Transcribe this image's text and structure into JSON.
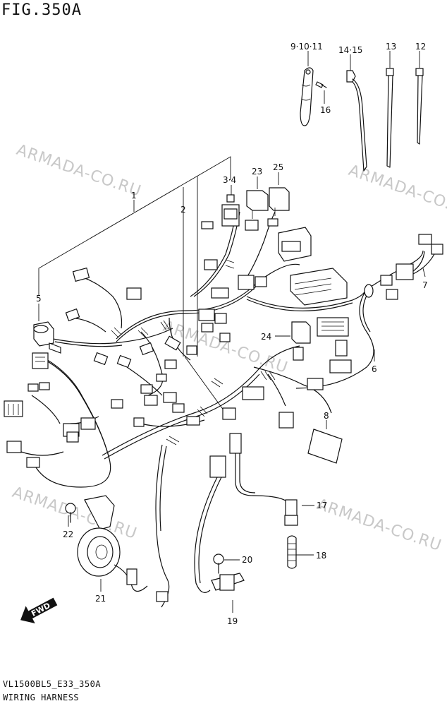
{
  "figure": {
    "title": "FIG.350A"
  },
  "footer": {
    "model_code": "VL1500BL5_E33_350A",
    "name": "WIRING HARNESS"
  },
  "watermark": {
    "text": "ARMADA-CO.RU"
  },
  "direction_badge": {
    "label": "FWD"
  },
  "callouts": [
    {
      "id": "c1",
      "label": "1"
    },
    {
      "id": "c2",
      "label": "2"
    },
    {
      "id": "c34",
      "label": "3·4"
    },
    {
      "id": "c5",
      "label": "5"
    },
    {
      "id": "c6",
      "label": "6"
    },
    {
      "id": "c7",
      "label": "7"
    },
    {
      "id": "c8",
      "label": "8"
    },
    {
      "id": "c91011",
      "label": "9·10·11"
    },
    {
      "id": "c12",
      "label": "12"
    },
    {
      "id": "c13",
      "label": "13"
    },
    {
      "id": "c1415",
      "label": "14·15"
    },
    {
      "id": "c16",
      "label": "16"
    },
    {
      "id": "c17",
      "label": "17"
    },
    {
      "id": "c18",
      "label": "18"
    },
    {
      "id": "c19",
      "label": "19"
    },
    {
      "id": "c20",
      "label": "20"
    },
    {
      "id": "c21",
      "label": "21"
    },
    {
      "id": "c22",
      "label": "22"
    },
    {
      "id": "c23",
      "label": "23"
    },
    {
      "id": "c24",
      "label": "24"
    },
    {
      "id": "c25",
      "label": "25"
    }
  ]
}
